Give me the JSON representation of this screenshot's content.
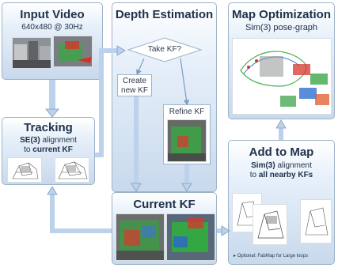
{
  "input_video": {
    "title": "Input Video",
    "subtitle": "640x480 @ 30Hz"
  },
  "tracking": {
    "title": "Tracking",
    "line1_bold": "SE(3)",
    "line1_rest": " alignment",
    "line2_pre": "to ",
    "line2_bold": "current KF"
  },
  "depth_estimation": {
    "title": "Depth Estimation",
    "decision": "Take KF?",
    "create_kf": "Create new KF",
    "refine_kf": "Refine KF"
  },
  "current_kf": {
    "title": "Current KF"
  },
  "map_optimization": {
    "title": "Map Optimization",
    "subtitle": "Sim(3) pose-graph"
  },
  "add_to_map": {
    "title": "Add to Map",
    "line1_bold": "Sim(3)",
    "line1_rest": " alignment",
    "line2_pre": "to ",
    "line2_bold": "all nearby KFs",
    "note": "Optional: FabMap for Large loops"
  },
  "colors": {
    "panel_border": "#9fb3c8",
    "arrow_fill": "#bcd2ec",
    "arrow_stroke": "#7d9dc4",
    "title_text": "#20324a"
  }
}
